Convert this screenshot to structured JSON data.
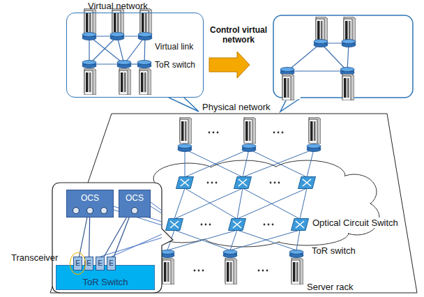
{
  "diagram": {
    "nodes": [
      {
        "text": [
          "Virtual network"
        ]
      },
      {
        "text": [
          "Physical network"
        ]
      },
      {
        "text": [
          "OCS"
        ]
      },
      {
        "text": [
          "OCS"
        ]
      },
      {
        "text": [
          "ToR Switch"
        ]
      },
      {
        "text": [
          "E"
        ],
        "in": 4
      },
      {
        "text": [
          "E"
        ],
        "in": 4
      },
      {
        "text": [
          "E"
        ],
        "in": 4
      },
      {
        "text": [
          "E"
        ],
        "in": 4
      }
    ],
    "edges": [
      {
        "from": 2,
        "to": 5,
        "arrow": "none"
      },
      {
        "from": 2,
        "to": 6,
        "arrow": "none"
      },
      {
        "from": 3,
        "to": 7,
        "arrow": "none"
      },
      {
        "from": 3,
        "to": 8,
        "arrow": "none"
      }
    ],
    "labels": [
      "Virtual link",
      "ToR switch",
      "Control virtual network",
      "Optical Circuit Switch",
      "ToR switch",
      "Transceiver",
      "Server rack"
    ]
  }
}
